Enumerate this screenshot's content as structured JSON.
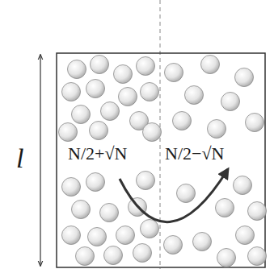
{
  "diagram": {
    "labels": [
      "l",
      "N/2+√N",
      "N/2−√N"
    ]
  }
}
